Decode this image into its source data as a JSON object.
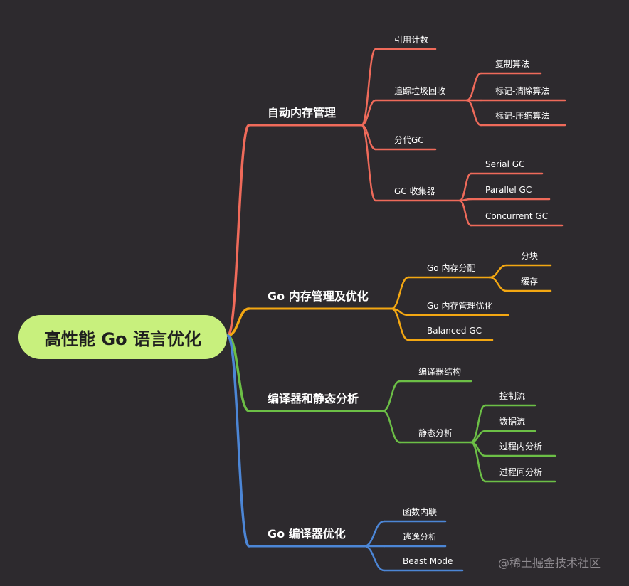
{
  "root": {
    "label": "高性能 Go 语言优化"
  },
  "branches": [
    {
      "label": "自动内存管理",
      "color": "#ef6a5a",
      "children": [
        {
          "label": "引用计数",
          "children": []
        },
        {
          "label": "追踪垃圾回收",
          "children": [
            {
              "label": "复制算法"
            },
            {
              "label": "标记-清除算法"
            },
            {
              "label": "标记-压缩算法"
            }
          ]
        },
        {
          "label": "分代GC",
          "children": []
        },
        {
          "label": "GC 收集器",
          "children": [
            {
              "label": "Serial GC"
            },
            {
              "label": "Parallel GC"
            },
            {
              "label": "Concurrent GC"
            }
          ]
        }
      ]
    },
    {
      "label": "Go 内存管理及优化",
      "color": "#f3a712",
      "children": [
        {
          "label": "Go 内存分配",
          "children": [
            {
              "label": "分块"
            },
            {
              "label": "缓存"
            }
          ]
        },
        {
          "label": "Go 内存管理优化",
          "children": []
        },
        {
          "label": "Balanced GC",
          "children": []
        }
      ]
    },
    {
      "label": "编译器和静态分析",
      "color": "#6cbf46",
      "children": [
        {
          "label": "编译器结构",
          "children": []
        },
        {
          "label": "静态分析",
          "children": [
            {
              "label": "控制流"
            },
            {
              "label": "数据流"
            },
            {
              "label": "过程内分析"
            },
            {
              "label": "过程间分析"
            }
          ]
        }
      ]
    },
    {
      "label": "Go 编译器优化",
      "color": "#4c86d6",
      "children": [
        {
          "label": "函数内联",
          "children": []
        },
        {
          "label": "逃逸分析",
          "children": []
        },
        {
          "label": "Beast Mode",
          "children": []
        }
      ]
    }
  ],
  "watermark": "@稀土掘金技术社区"
}
